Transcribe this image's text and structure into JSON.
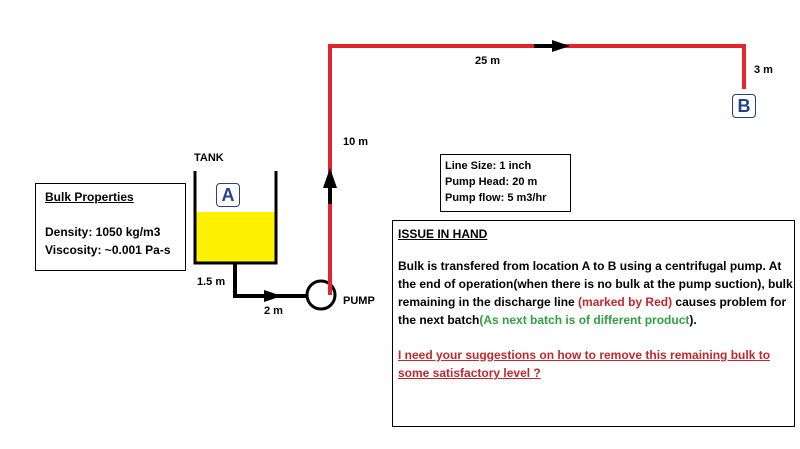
{
  "diagram": {
    "tank_label": "TANK",
    "tank_letter": "A",
    "destination_letter": "B",
    "pump_label": "PUMP",
    "dim_suction_vertical": "1.5 m",
    "dim_suction_horizontal": "2 m",
    "dim_riser": "10 m",
    "dim_top_run": "25 m",
    "dim_drop": "3 m",
    "colors": {
      "discharge_line": "#e0262b",
      "suction_line": "#000000",
      "liquid": "#fef200",
      "letter": "#27408b",
      "red_text": "#c0282d",
      "green_text": "#2ea043"
    }
  },
  "bulk_properties": {
    "title": "Bulk Properties",
    "density": "Density: 1050 kg/m3",
    "viscosity": "Viscosity: ~0.001 Pa-s"
  },
  "specs": {
    "line_size": "Line Size: 1 inch",
    "pump_head": "Pump Head: 20 m",
    "pump_flow": "Pump flow: 5 m3/hr"
  },
  "issue": {
    "title": "ISSUE IN HAND",
    "body_1": "Bulk is transfered from location A to B using a centrifugal pump. At the end of operation(when there is no bulk at the pump suction), bulk remaining in the discharge line ",
    "body_red": "(marked by Red)",
    "body_2": " causes problem for the next batch",
    "body_green": "(As next batch is of different product",
    "body_3": ").",
    "question": "I need your suggestions on how to remove this remaining bulk to some satisfactory level ?"
  }
}
